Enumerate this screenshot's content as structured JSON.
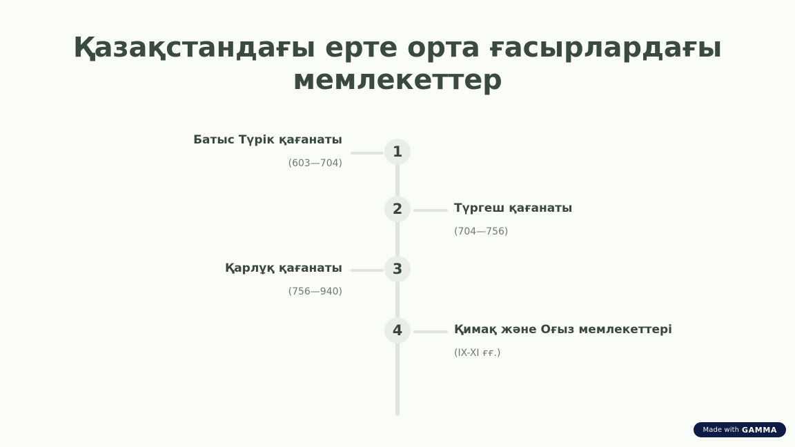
{
  "slide": {
    "title": "Қазақстандағы ерте орта ғасырлардағы мемлекеттер",
    "background_color": "#fafcf8",
    "accent_color": "#dfe5de",
    "text_color": "#3a4a3f"
  },
  "timeline": {
    "items": [
      {
        "number": "1",
        "headline": "Батыс Түрік қағанаты",
        "dates": "(603—704)",
        "side": "left"
      },
      {
        "number": "2",
        "headline": "Түргеш қағанаты",
        "dates": "(704—756)",
        "side": "right"
      },
      {
        "number": "3",
        "headline": "Қарлұқ қағанаты",
        "dates": "(756—940)",
        "side": "left"
      },
      {
        "number": "4",
        "headline": "Қимақ және Оғыз мемлекеттері",
        "dates": "(IX-XI ғғ.)",
        "side": "right"
      }
    ]
  },
  "badge": {
    "made_with": "Made with",
    "brand": "GAMMA"
  }
}
